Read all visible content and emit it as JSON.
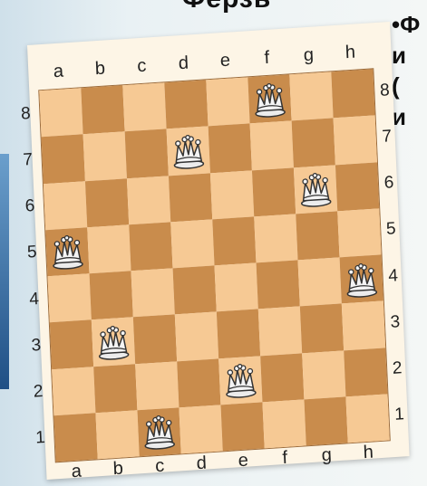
{
  "title": "Ферзь",
  "bullet": {
    "marker": "•",
    "line1": "Ф",
    "line2": "и",
    "line3": "(",
    "line4": "и"
  },
  "board": {
    "files": [
      "a",
      "b",
      "c",
      "d",
      "e",
      "f",
      "g",
      "h"
    ],
    "ranks_left": [
      "8",
      "7",
      "6",
      "5",
      "4",
      "3",
      "2",
      "1"
    ],
    "ranks_right": [
      "8",
      "7",
      "6",
      "5",
      "4",
      "3",
      "2",
      "1"
    ],
    "queens": [
      "f8",
      "d7",
      "g6",
      "a5",
      "h4",
      "b3",
      "e2",
      "c1"
    ],
    "colors": {
      "light": "#f6c994",
      "dark": "#c98c4c"
    },
    "piece_icon": "white-queen-icon"
  }
}
